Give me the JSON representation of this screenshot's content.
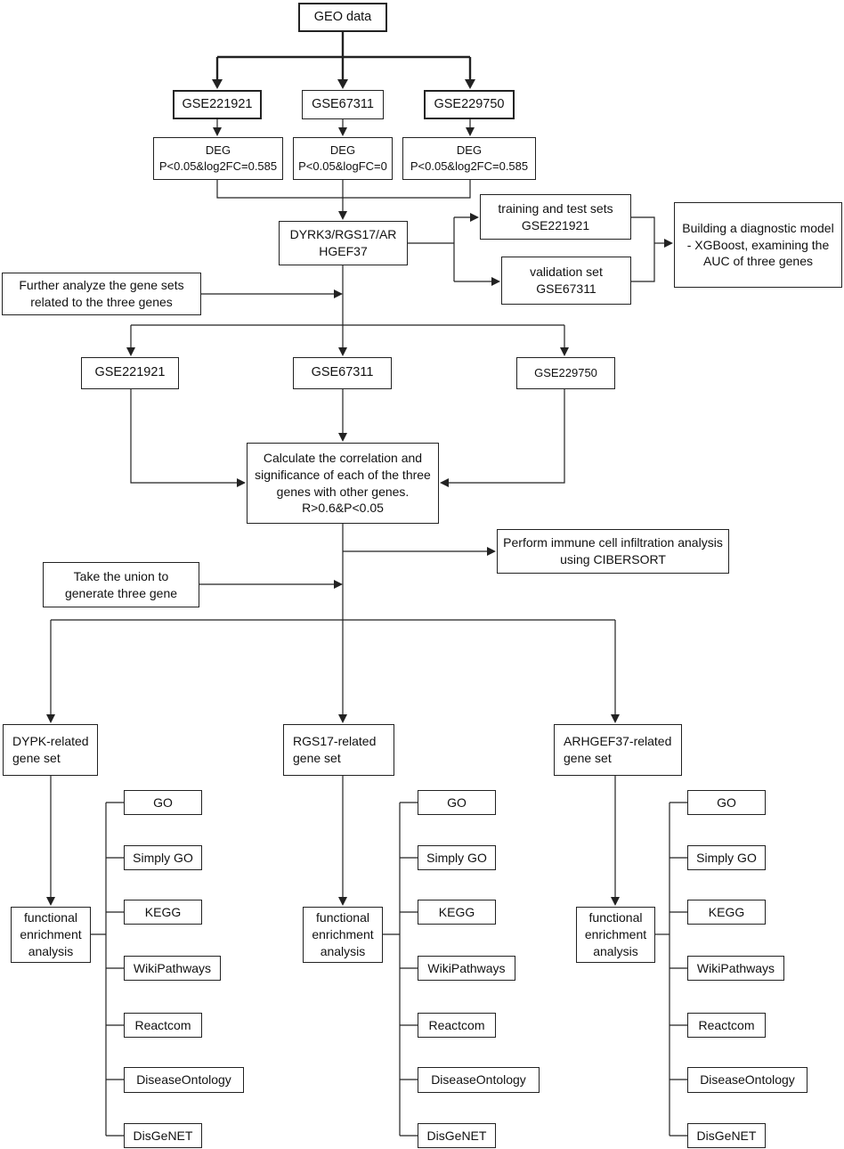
{
  "top": {
    "geo": "GEO data",
    "datasets": [
      "GSE221921",
      "GSE67311",
      "GSE229750"
    ],
    "deg": [
      {
        "line1": "DEG",
        "line2": "P<0.05&log2FC=0.585"
      },
      {
        "line1": "DEG",
        "line2": "P<0.05&logFC=0"
      },
      {
        "line1": "DEG",
        "line2": "P<0.05&log2FC=0.585"
      }
    ],
    "genes": {
      "line1": "DYRK3/RGS17/AR",
      "line2": "HGEF37"
    },
    "training": {
      "line1": "training and test sets",
      "line2": "GSE221921"
    },
    "validation": {
      "line1": "validation set",
      "line2": "GSE67311"
    },
    "model": {
      "line1": "Building a diagnostic model",
      "line2": "- XGBoost, examining the",
      "line3": "AUC of three genes"
    }
  },
  "middle": {
    "further": {
      "line1": "Further analyze the gene sets",
      "line2": "related to the three genes"
    },
    "datasets": [
      "GSE221921",
      "GSE67311",
      "GSE229750"
    ],
    "correlation": {
      "line1": "Calculate the correlation and",
      "line2": "significance of each of the three",
      "line3": "genes with other genes.",
      "line4": "R>0.6&P<0.05"
    },
    "immune": {
      "line1": "Perform immune cell infiltration analysis",
      "line2": "using CIBERSORT"
    },
    "union": {
      "line1": "Take the union to",
      "line2": "generate three gene"
    }
  },
  "columns": [
    {
      "set_line1": "DYPK-related",
      "set_line2": "gene set"
    },
    {
      "set_line1": "RGS17-related",
      "set_line2": "gene set"
    },
    {
      "set_line1": "ARHGEF37-related",
      "set_line2": "gene set"
    }
  ],
  "enrichment": {
    "line1": "functional",
    "line2": "enrichment",
    "line3": "analysis"
  },
  "databases": [
    "GO",
    "Simply GO",
    "KEGG",
    "WikiPathways",
    "Reactcom",
    "DiseaseOntology",
    "DisGeNET"
  ]
}
